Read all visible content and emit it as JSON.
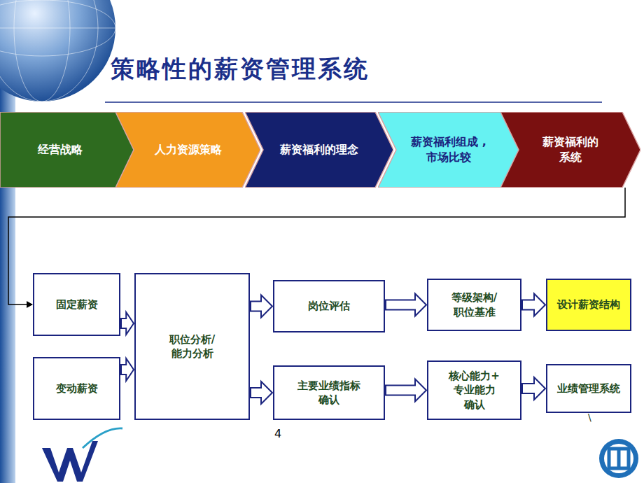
{
  "diagram": {
    "title": "策略性的薪资管理系统",
    "nodes": [
      {
        "text": [
          "经营战略"
        ]
      },
      {
        "text": [
          "人力资源策略"
        ]
      },
      {
        "text": [
          "薪资福利的理念"
        ]
      },
      {
        "text": [
          "薪资福利组成 ,市场比较"
        ]
      },
      {
        "text": [
          "薪资福利的 系统"
        ]
      },
      {
        "text": [
          "固定薪资"
        ]
      },
      {
        "text": [
          "变动薪资"
        ]
      },
      {
        "text": [
          "职位分析/ 能力分析"
        ]
      },
      {
        "text": [
          "岗位评估"
        ]
      },
      {
        "text": [
          "等级架构/ 职位基准"
        ]
      },
      {
        "text": [
          "设计薪资结构"
        ]
      },
      {
        "text": [
          "主要业绩指标 确认"
        ]
      },
      {
        "text": [
          "核心能力+ 专业能力 确认"
        ]
      },
      {
        "text": [
          "业绩管理系统"
        ]
      }
    ],
    "edges": [
      {
        "from": 4,
        "to": 5,
        "arrow": "to"
      },
      {
        "from": 5,
        "to": 7,
        "arrow": "to"
      },
      {
        "from": 6,
        "to": 7,
        "arrow": "to"
      },
      {
        "from": 7,
        "to": 8,
        "arrow": "to"
      },
      {
        "from": 7,
        "to": 11,
        "arrow": "to"
      },
      {
        "from": 8,
        "to": 9,
        "arrow": "to"
      },
      {
        "from": 9,
        "to": 10,
        "arrow": "to"
      },
      {
        "from": 11,
        "to": 12,
        "arrow": "to"
      },
      {
        "from": 12,
        "to": 13,
        "arrow": "to"
      }
    ],
    "labels": [
      "4",
      "\\"
    ]
  }
}
